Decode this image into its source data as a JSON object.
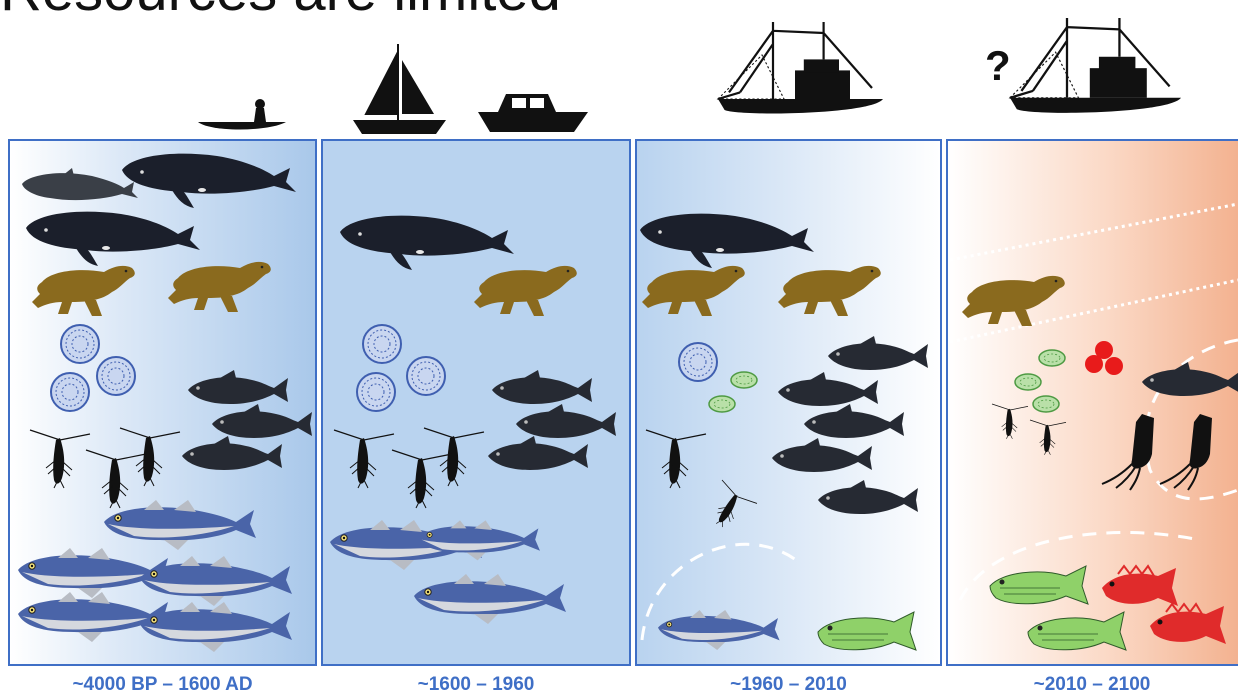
{
  "title": "Resources are limited",
  "question_mark": "?",
  "periods": [
    {
      "label": "~4000 BP – 1600 AD"
    },
    {
      "label": "~1600 – 1960"
    },
    {
      "label": "~1960 – 2010"
    },
    {
      "label": "~2010 – 2100"
    }
  ],
  "colors": {
    "panel_border": "#3f6fc6",
    "ocean_blue": "#a9c8ea",
    "warm_ocean": "#f3b290",
    "label_blue": "#3f6fc6"
  },
  "icons": [
    "canoe-icon",
    "sailboat-icon",
    "motorboat-icon",
    "trawler-icon",
    "whale-icon",
    "sea-lion-icon",
    "fish-icon",
    "cod-icon",
    "krill-icon",
    "plankton-icon",
    "squid-icon"
  ]
}
